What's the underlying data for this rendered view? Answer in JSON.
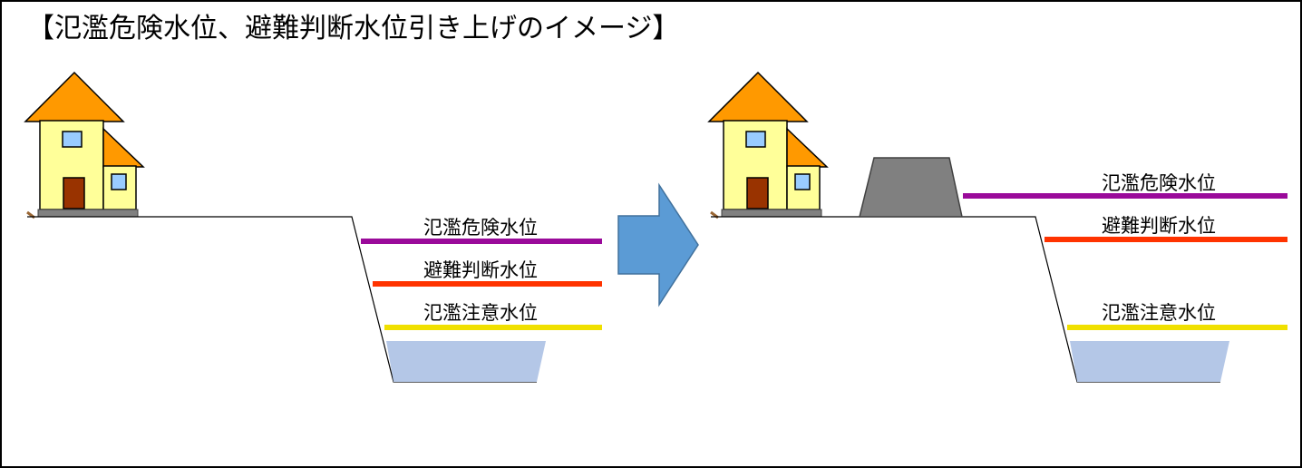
{
  "title": "【氾濫危険水位、避難判断水位引き上げのイメージ】",
  "colors": {
    "danger_level": "#9a0a9a",
    "evacuation_level": "#ff3300",
    "caution_level": "#f0e000",
    "water": "#b4c7e7",
    "levee": "#808080",
    "arrow": "#5b9bd5",
    "house_wall": "#ffff99",
    "house_roof": "#ff9900",
    "house_door": "#993300",
    "house_window": "#99ccff"
  },
  "before": {
    "danger_label": "氾濫危険水位",
    "evacuation_label": "避難判断水位",
    "caution_label": "氾濫注意水位"
  },
  "after": {
    "danger_label": "氾濫危険水位",
    "evacuation_label": "避難判断水位",
    "caution_label": "氾濫注意水位"
  }
}
